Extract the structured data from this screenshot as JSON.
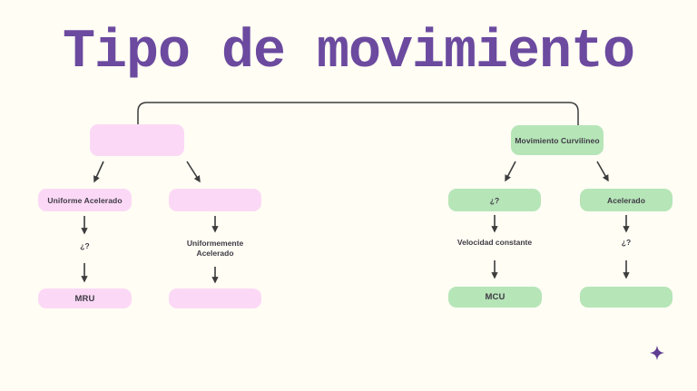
{
  "title": "Tipo de movimiento",
  "colors": {
    "background": "#fffdf4",
    "pink_box": "#fbd9f6",
    "green_box": "#b6e5b8",
    "title_text": "#6b4a9f",
    "connector": "#3c3c3c",
    "node_text": "#3e3a44",
    "sparkle": "#5e3d92"
  },
  "left_branch": {
    "root_label": "",
    "nodes": [
      {
        "box": "Uniforme Acelerado",
        "note": "¿?",
        "result": "MRU"
      },
      {
        "box": "",
        "note": "Uniformemente Acelerado",
        "result": ""
      }
    ]
  },
  "right_branch": {
    "root_label": "Movimiento Curvilineo",
    "nodes": [
      {
        "box": "¿?",
        "note": "Velocidad constante",
        "result": "MCU"
      },
      {
        "box": "Acelerado",
        "note": "¿?",
        "result": ""
      }
    ]
  }
}
